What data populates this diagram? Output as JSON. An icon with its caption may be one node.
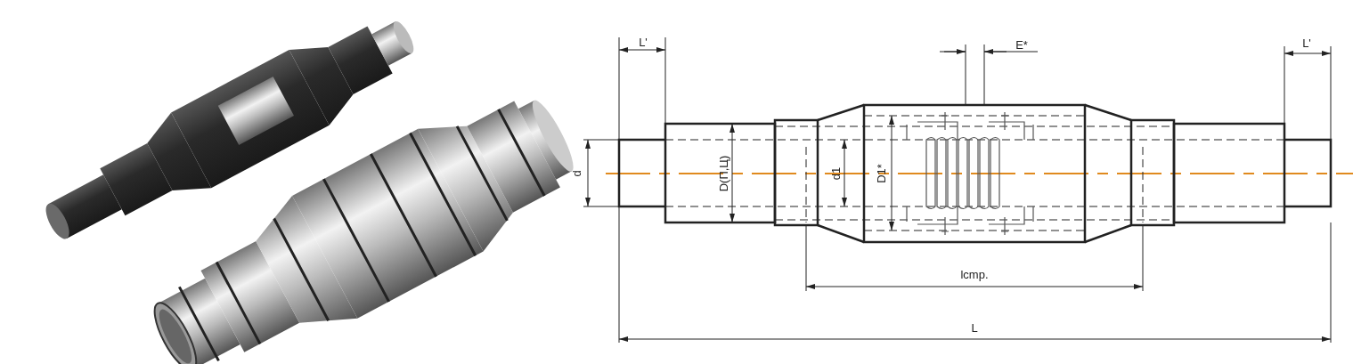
{
  "diagram": {
    "labels": [
      "L'",
      "E*",
      "L'",
      "d",
      "D(П,Ц)",
      "d1",
      "D1*",
      "lcmp.",
      "L"
    ]
  }
}
